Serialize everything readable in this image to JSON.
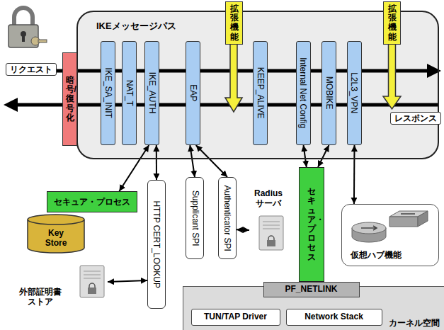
{
  "diagram": {
    "nodes": [
      {
        "text": [
          "IKEメッセージパス"
        ]
      },
      {
        "text": [
          "IKE_SA_INIT"
        ],
        "in": 0
      },
      {
        "text": [
          "NAT_T"
        ],
        "in": 0
      },
      {
        "text": [
          "IKE_AUTH"
        ],
        "in": 0
      },
      {
        "text": [
          "EAP"
        ],
        "in": 0
      },
      {
        "text": [
          "KEEP_ALIVE"
        ],
        "in": 0
      },
      {
        "text": [
          "Internal Net Config"
        ],
        "in": 0
      },
      {
        "text": [
          "MOBIKE"
        ],
        "in": 0
      },
      {
        "text": [
          "L2L3_VPN"
        ],
        "in": 0
      },
      {
        "text": [
          "拡張機能"
        ]
      },
      {
        "text": [
          "拡張機能"
        ]
      },
      {
        "text": [
          "リクエスト"
        ]
      },
      {
        "text": [
          "暗号/復号化"
        ]
      },
      {
        "text": [
          "レスポンス"
        ]
      },
      {
        "text": [
          "セキュア・プロセス"
        ]
      },
      {
        "text": [
          "Key Store"
        ]
      },
      {
        "text": [
          "HTTP CERT_LOOKUP"
        ]
      },
      {
        "text": [
          "外部証明書ストア"
        ]
      },
      {
        "text": [
          "Supplicant SPI"
        ]
      },
      {
        "text": [
          "Authenticator SPI"
        ]
      },
      {
        "text": [
          "Radius サーバ"
        ]
      },
      {
        "text": [
          "セキュア・プロセス"
        ]
      },
      {
        "text": [
          "仮想ハブ機能"
        ]
      },
      {
        "text": [
          "カーネル空間"
        ]
      },
      {
        "text": [
          "PF_NETLINK"
        ],
        "in": 23
      },
      {
        "text": [
          "TUN/TAP Driver"
        ],
        "in": 23
      },
      {
        "text": [
          "Network Stack"
        ],
        "in": 23
      }
    ],
    "edges": [
      {
        "from": 3,
        "to": 14,
        "arrow": "both"
      },
      {
        "from": 3,
        "to": 16,
        "arrow": "both"
      },
      {
        "from": 17,
        "to": 16,
        "arrow": "both"
      },
      {
        "from": 4,
        "to": 18,
        "arrow": "both"
      },
      {
        "from": 4,
        "to": 19,
        "arrow": "both"
      },
      {
        "from": 19,
        "to": 20,
        "arrow": "both"
      },
      {
        "from": 6,
        "to": 21,
        "arrow": "both"
      },
      {
        "from": 7,
        "to": 21,
        "arrow": "both"
      },
      {
        "from": 8,
        "to": 22,
        "arrow": "both"
      }
    ]
  }
}
